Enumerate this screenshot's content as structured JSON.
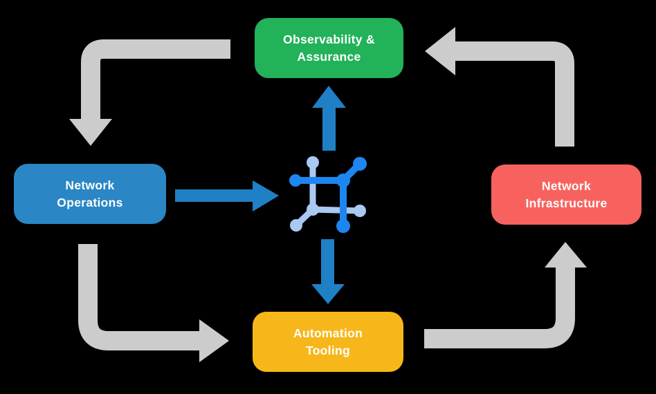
{
  "diagram": {
    "nodes": [
      {
        "id": "observability-assurance",
        "label": "Observability &\nAssurance",
        "color": "#22b259"
      },
      {
        "id": "network-operations",
        "label": "Network\nOperations",
        "color": "#2a86c5"
      },
      {
        "id": "network-infrastructure",
        "label": "Network\nInfrastructure",
        "color": "#f8625e"
      },
      {
        "id": "automation-tooling",
        "label": "Automation\nTooling",
        "color": "#f7b71a"
      }
    ],
    "icons": {
      "center": "network-mesh-icon"
    },
    "colors": {
      "background": "#000000",
      "label_text": "#ffffff",
      "cycle_arrows": "#cccccc",
      "flow_arrows": "#1f80c5",
      "icon_primary": "#1d86f0",
      "icon_secondary": "#a9c9f2"
    }
  }
}
